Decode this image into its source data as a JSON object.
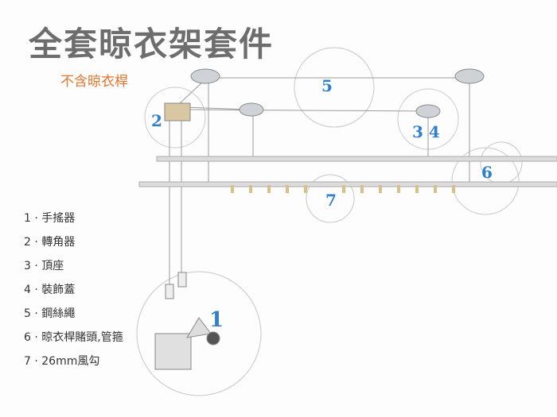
{
  "title": "全套晾衣架套件",
  "subtitle": "不含晾衣桿",
  "legend": [
    {
      "label": "1 · 手搖器"
    },
    {
      "label": "2 · 轉角器"
    },
    {
      "label": "3 · 頂座"
    },
    {
      "label": "4 · 裝飾蓋"
    },
    {
      "label": "5 · 鋼絲繩"
    },
    {
      "label": "6 · 晾衣桿賭頭,管箍"
    },
    {
      "label": "7 · 26mm風勾"
    }
  ],
  "callouts": {
    "n1": "1",
    "n2": "2",
    "n34": "3 4",
    "n5": "5",
    "n6": "6",
    "n7": "7"
  },
  "colors": {
    "title": "#6d6d6d",
    "subtitle": "#e8742c",
    "callout": "#2f7fd0"
  }
}
